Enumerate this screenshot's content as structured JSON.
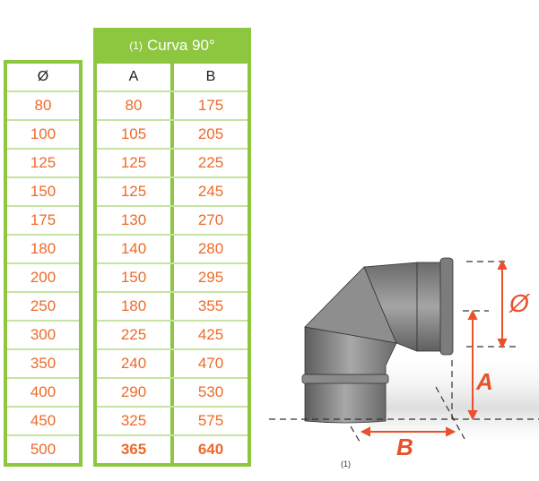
{
  "header": {
    "prefix": "(1)",
    "title": "Curva 90°"
  },
  "table": {
    "columns": [
      "Ø",
      "A",
      "B"
    ],
    "rows": [
      {
        "d": "80",
        "a": "80",
        "b": "175"
      },
      {
        "d": "100",
        "a": "105",
        "b": "205"
      },
      {
        "d": "125",
        "a": "125",
        "b": "225"
      },
      {
        "d": "150",
        "a": "125",
        "b": "245"
      },
      {
        "d": "175",
        "a": "130",
        "b": "270"
      },
      {
        "d": "180",
        "a": "140",
        "b": "280"
      },
      {
        "d": "200",
        "a": "150",
        "b": "295"
      },
      {
        "d": "250",
        "a": "180",
        "b": "355"
      },
      {
        "d": "300",
        "a": "225",
        "b": "425"
      },
      {
        "d": "350",
        "a": "240",
        "b": "470"
      },
      {
        "d": "400",
        "a": "290",
        "b": "530"
      },
      {
        "d": "450",
        "a": "325",
        "b": "575"
      },
      {
        "d": "500",
        "a": "365",
        "b": "640"
      }
    ]
  },
  "diagram": {
    "label_diameter": "Ø",
    "label_a": "A",
    "label_b": "B",
    "note": "(1)"
  },
  "colors": {
    "green": "#8dc63f",
    "orange": "#ee6a2a",
    "light_green": "#c6e3a1"
  }
}
